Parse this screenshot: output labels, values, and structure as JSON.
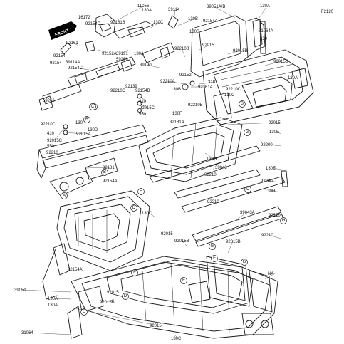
{
  "diagram_code": "F2120",
  "front_badge": "FRONT",
  "labels": [
    "11056",
    "130A",
    "39114",
    "39051A/B",
    "92154A",
    "130A",
    "16172",
    "92154C",
    "92161B",
    "130C",
    "130B",
    "31064A",
    "130",
    "92161",
    "92152A",
    "39191",
    "130B",
    "92015",
    "92015B",
    "92154",
    "39114A",
    "130A",
    "92154",
    "59266",
    "92154C",
    "39190",
    "92015B",
    "130A",
    "92152",
    "92210B",
    "92210A",
    "318",
    "92154B",
    "92161A",
    "92139",
    "92210C",
    "130B",
    "92210C",
    "130C",
    "410",
    "92015C",
    "59266",
    "550",
    "130F",
    "92210B",
    "92210C",
    "130",
    "130D",
    "92015A",
    "32181A",
    "92015",
    "410",
    "92015C",
    "130E",
    "550",
    "92200",
    "92210",
    "130H",
    "39043",
    "32181",
    "92210",
    "130E",
    "92154A",
    "92200",
    "92210",
    "130H",
    "92210",
    "130C",
    "39043A",
    "92015",
    "92210",
    "92015B",
    "92015B",
    "92154A",
    "NA",
    "39051",
    "92015",
    "130A",
    "92015B",
    "130A",
    "92015",
    "31064",
    "130C"
  ],
  "callouts": [
    "A",
    "B",
    "C",
    "A",
    "B",
    "D",
    "E",
    "B",
    "C",
    "G",
    "H",
    "D",
    "G",
    "E",
    "F",
    "F",
    "E",
    "G"
  ]
}
